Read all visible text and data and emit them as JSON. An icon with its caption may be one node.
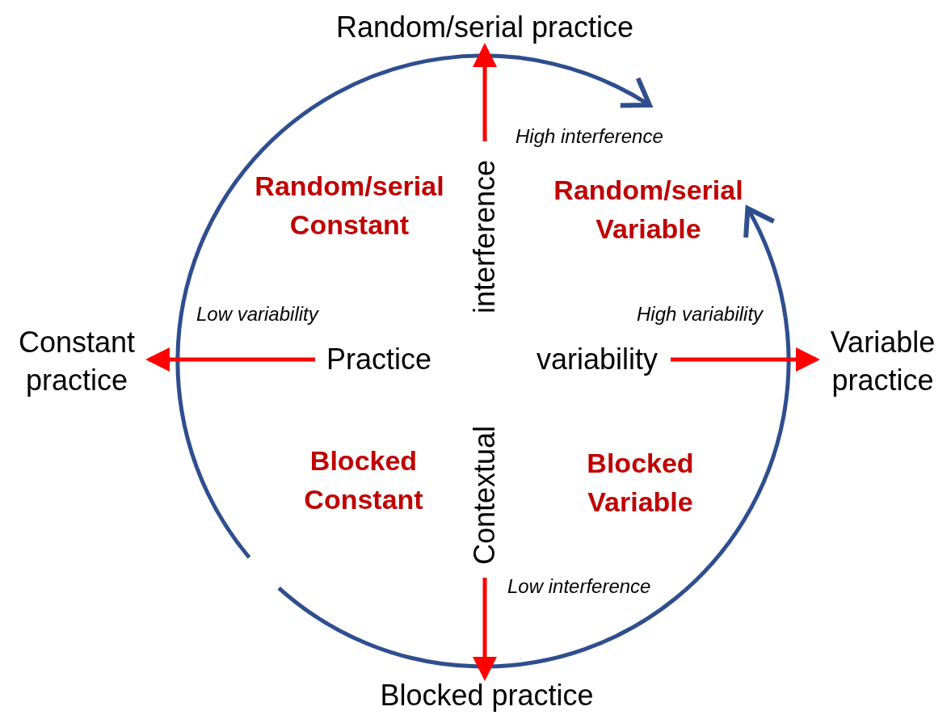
{
  "diagram": {
    "nodes": [
      {
        "text": [
          "Random/serial practice"
        ]
      },
      {
        "text": [
          "Constant practice"
        ]
      },
      {
        "text": [
          "Variable practice"
        ]
      },
      {
        "text": [
          "Blocked practice"
        ]
      },
      {
        "text": [
          "Practice"
        ]
      },
      {
        "text": [
          "variability"
        ]
      },
      {
        "text": [
          "interference"
        ]
      },
      {
        "text": [
          "Contextual"
        ]
      },
      {
        "text": [
          "Random/serial Constant"
        ]
      },
      {
        "text": [
          "Random/serial Variable"
        ]
      },
      {
        "text": [
          "Blocked Constant"
        ]
      },
      {
        "text": [
          "Blocked Variable"
        ]
      }
    ],
    "edges": [
      {
        "from": 4,
        "to": 1,
        "arrow": "to"
      },
      {
        "from": 5,
        "to": 2,
        "arrow": "to"
      },
      {
        "from": 6,
        "to": 0,
        "arrow": "to"
      },
      {
        "from": 7,
        "to": 3,
        "arrow": "to"
      }
    ],
    "labels": [
      "High interference",
      "Low variability",
      "High variability",
      "Low interference"
    ]
  }
}
